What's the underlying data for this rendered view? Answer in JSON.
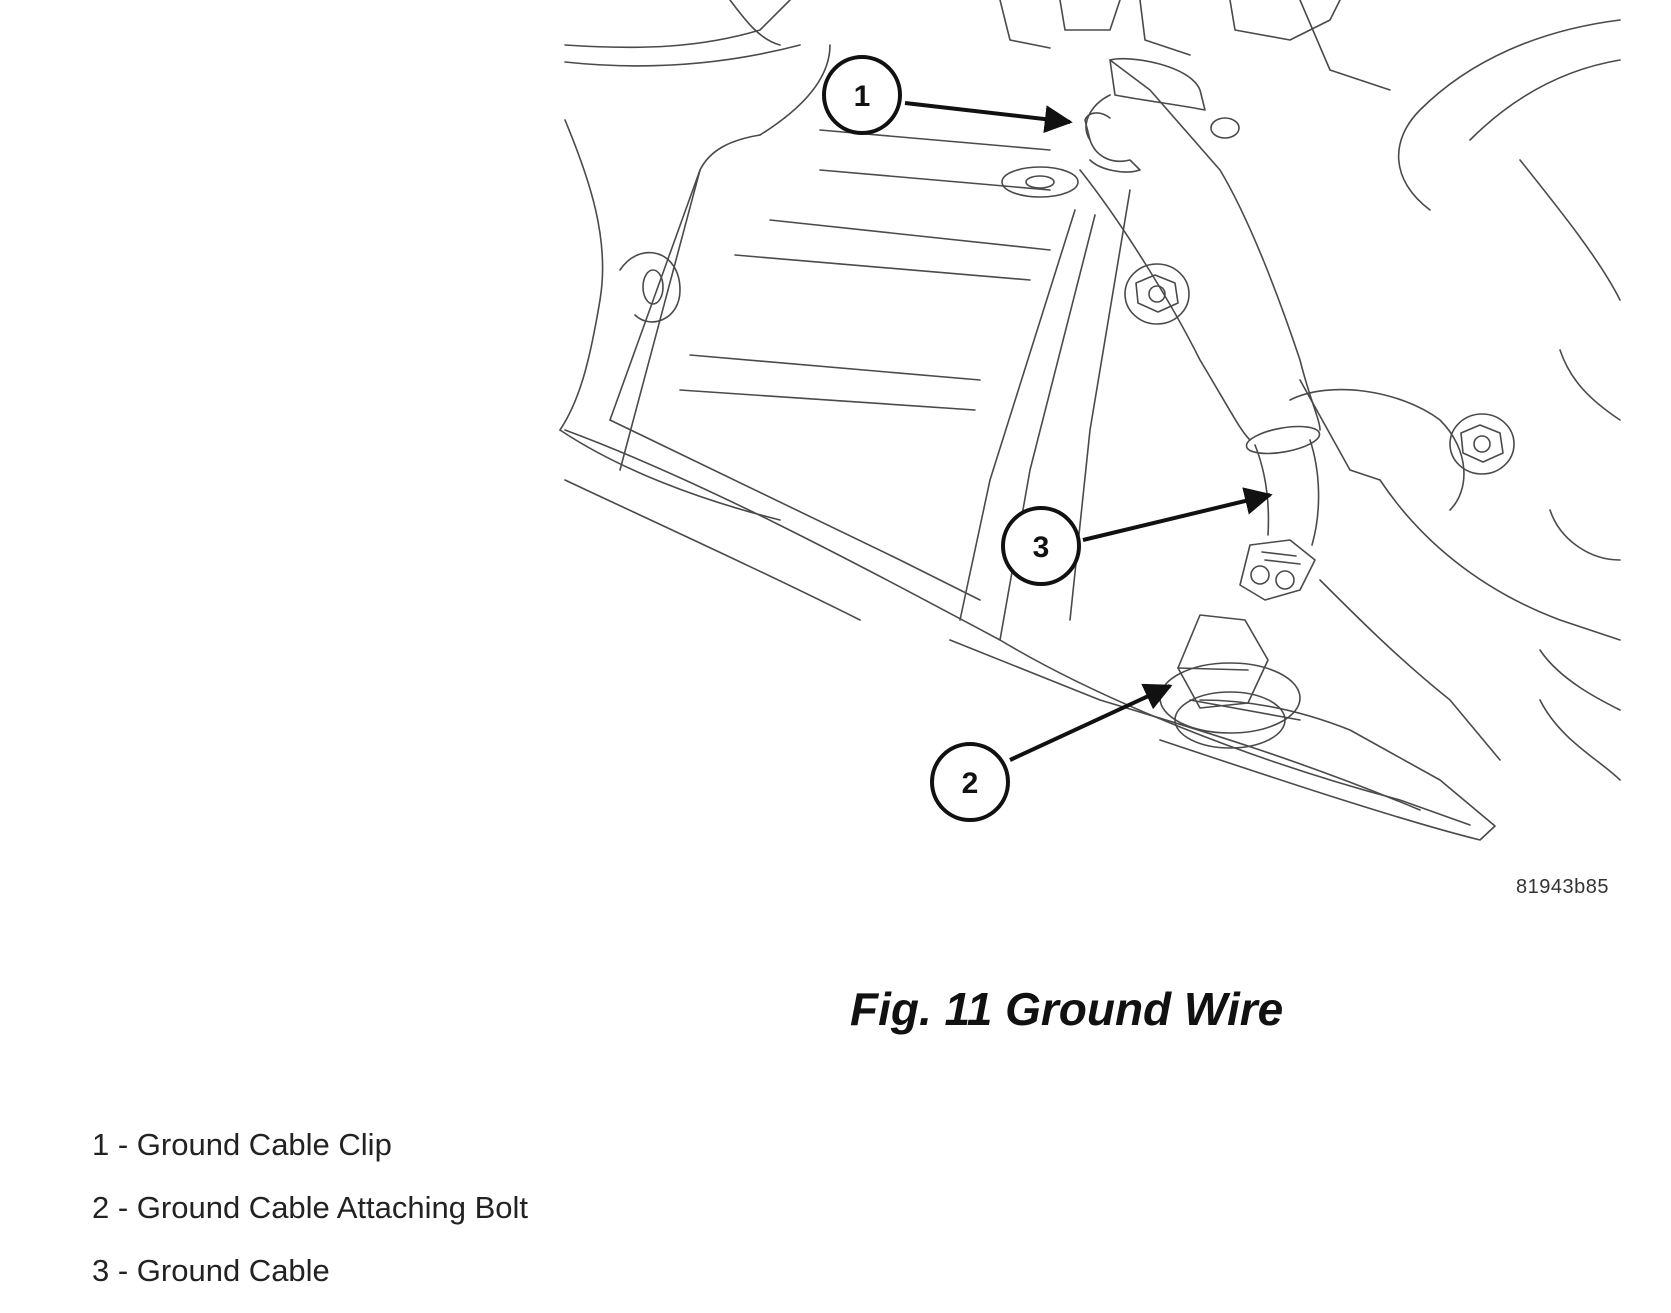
{
  "figure": {
    "callouts": [
      {
        "number": "1"
      },
      {
        "number": "2"
      },
      {
        "number": "3"
      }
    ],
    "figure_id": "81943b85",
    "caption": "Fig. 11 Ground Wire"
  },
  "legend": [
    {
      "text": "1 - Ground Cable Clip"
    },
    {
      "text": "2 - Ground Cable Attaching Bolt"
    },
    {
      "text": "3 - Ground Cable"
    }
  ],
  "colors": {
    "line": "#3a3a3a",
    "callout": "#111111",
    "background": "#ffffff"
  }
}
